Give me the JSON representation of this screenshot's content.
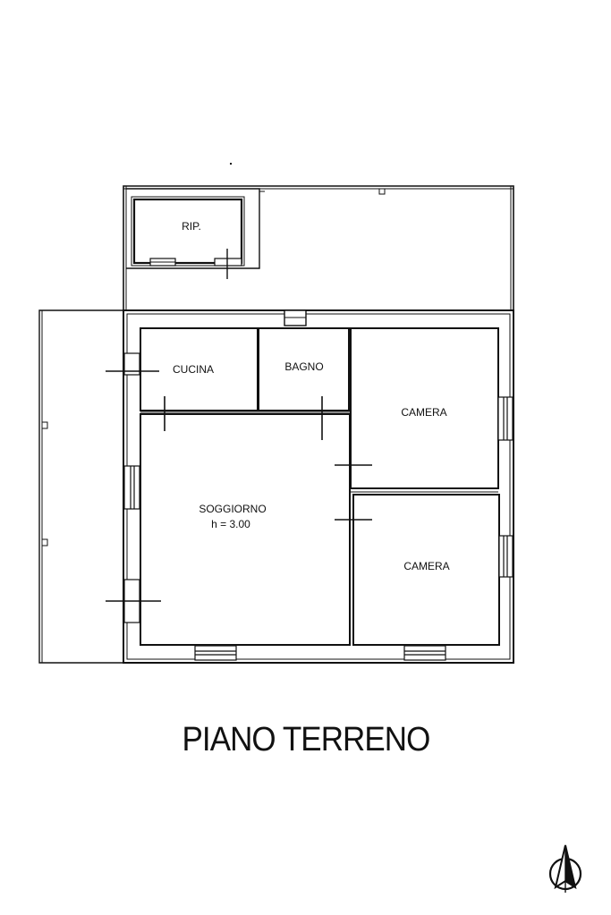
{
  "plan": {
    "title": "PIANO TERRENO",
    "rooms": {
      "rip": "RIP.",
      "cucina": "CUCINA",
      "bagno": "BAGNO",
      "camera_1": "CAMERA",
      "camera_2": "CAMERA",
      "soggiorno": "SOGGIORNO",
      "soggiorno_height": "h = 3.00"
    },
    "north_arrow": "north-arrow-icon",
    "line_color": "#111111"
  }
}
